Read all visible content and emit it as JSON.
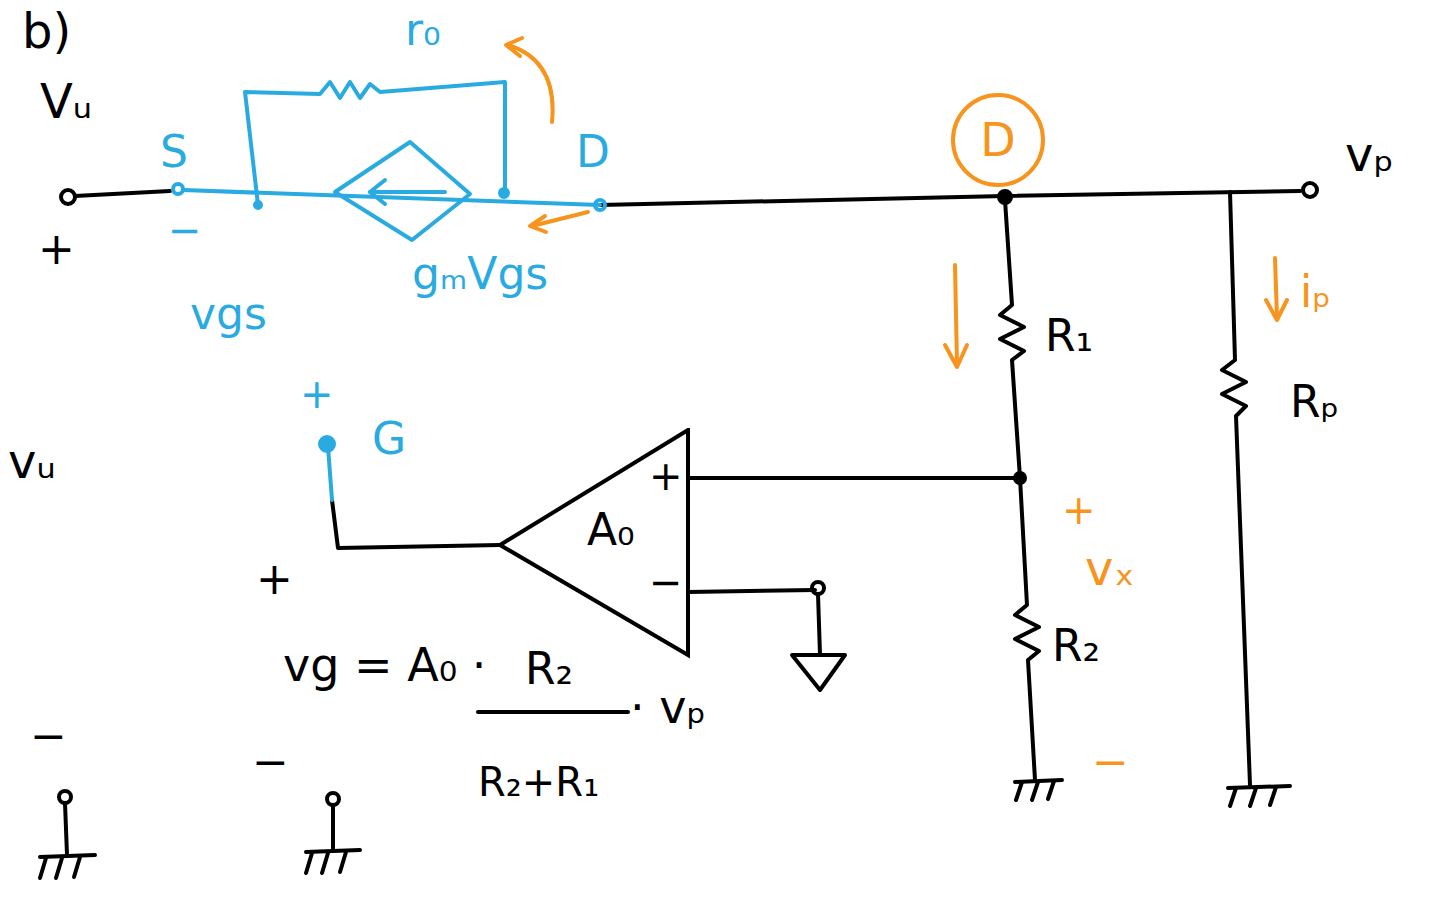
{
  "diagram": {
    "nodes": [
      {
        "text": [
          "D"
        ]
      },
      {
        "text": [
          "+",
          "A₀",
          "−"
        ]
      }
    ],
    "labels": [
      "b)",
      "Vᵤ",
      "+",
      "S",
      "−",
      "r₀",
      "D",
      "gₘVgs",
      "vgs",
      "+",
      "G",
      "vᵤ",
      "+",
      "−",
      "−",
      "vg = A₀ ·",
      "R₂",
      "R₂+R₁",
      "· vₚ",
      "R₁",
      "R₂",
      "Rₚ",
      "iₚ",
      "vₚ",
      "+",
      "vₓ",
      "−"
    ]
  }
}
